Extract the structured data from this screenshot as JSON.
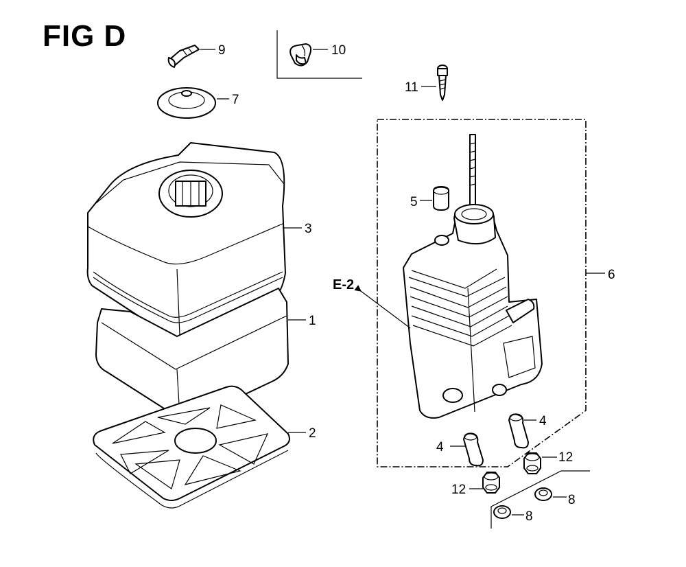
{
  "figure_title": "FIG D",
  "ref_label": "E-2",
  "callouts": {
    "p1": "1",
    "p2": "2",
    "p3": "3",
    "p4a": "4",
    "p4b": "4",
    "p5": "5",
    "p6": "6",
    "p7": "7",
    "p8a": "8",
    "p8b": "8",
    "p9": "9",
    "p10": "10",
    "p11": "11",
    "p12a": "12",
    "p12b": "12"
  }
}
